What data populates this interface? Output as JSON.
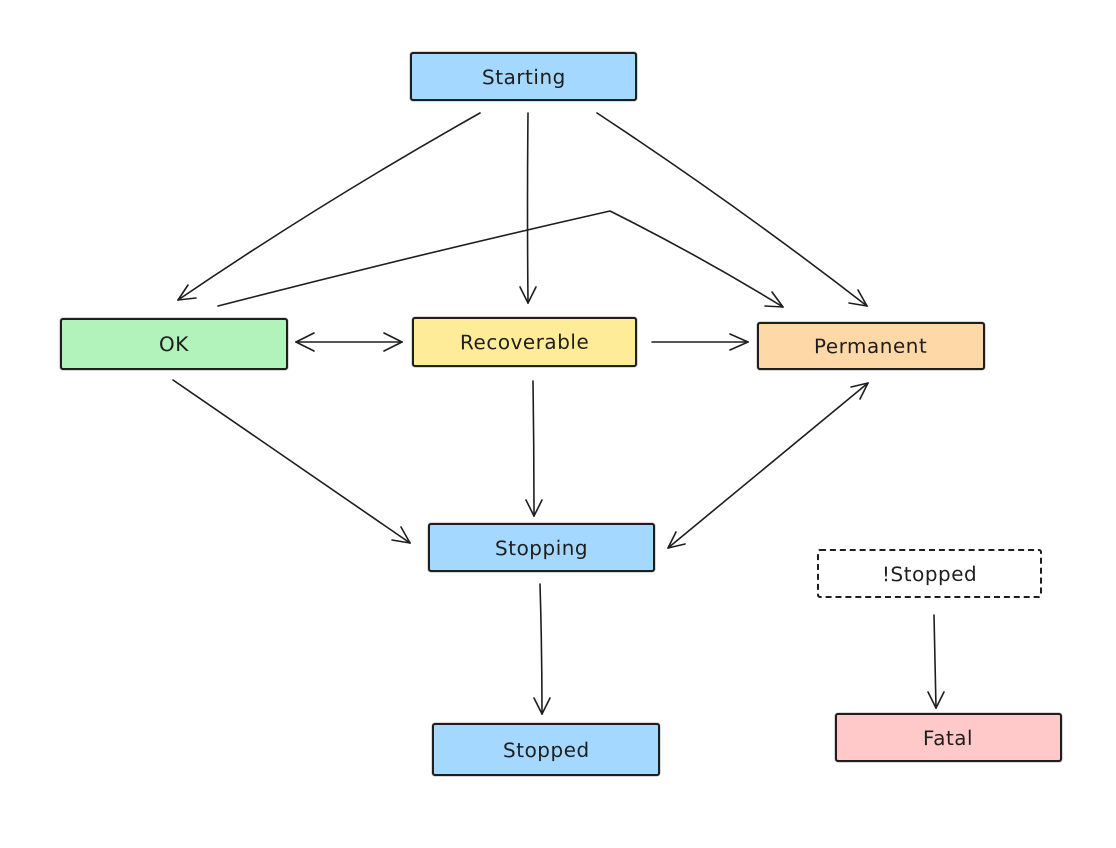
{
  "diagram": {
    "background_color": "#ffffff",
    "stroke_color": "#1e1e1e",
    "nodes": [
      {
        "id": "starting",
        "label": "Starting",
        "fill": "#a5d8ff",
        "border_style": "solid"
      },
      {
        "id": "ok",
        "label": "OK",
        "fill": "#b2f2bb",
        "border_style": "solid"
      },
      {
        "id": "recoverable",
        "label": "Recoverable",
        "fill": "#ffec99",
        "border_style": "solid"
      },
      {
        "id": "permanent",
        "label": "Permanent",
        "fill": "#ffd8a8",
        "border_style": "solid"
      },
      {
        "id": "stopping",
        "label": "Stopping",
        "fill": "#a5d8ff",
        "border_style": "solid"
      },
      {
        "id": "not-stopped",
        "label": "!Stopped",
        "fill": "#ffffff",
        "border_style": "dashed"
      },
      {
        "id": "stopped",
        "label": "Stopped",
        "fill": "#a5d8ff",
        "border_style": "solid"
      },
      {
        "id": "fatal",
        "label": "Fatal",
        "fill": "#ffc9c9",
        "border_style": "solid"
      }
    ],
    "edges": [
      {
        "from": "Starting",
        "to": "OK",
        "type": "arrow"
      },
      {
        "from": "Starting",
        "to": "Recoverable",
        "type": "arrow"
      },
      {
        "from": "Starting",
        "to": "Permanent",
        "type": "arrow"
      },
      {
        "from": "OK",
        "to": "Permanent",
        "type": "arrow"
      },
      {
        "from": "OK",
        "to": "Recoverable",
        "type": "double-arrow"
      },
      {
        "from": "Recoverable",
        "to": "Permanent",
        "type": "arrow"
      },
      {
        "from": "OK",
        "to": "Stopping",
        "type": "arrow"
      },
      {
        "from": "Recoverable",
        "to": "Stopping",
        "type": "arrow"
      },
      {
        "from": "Stopping",
        "to": "Permanent",
        "type": "double-arrow"
      },
      {
        "from": "Stopping",
        "to": "Stopped",
        "type": "arrow"
      },
      {
        "from": "!Stopped",
        "to": "Fatal",
        "type": "arrow"
      }
    ]
  }
}
